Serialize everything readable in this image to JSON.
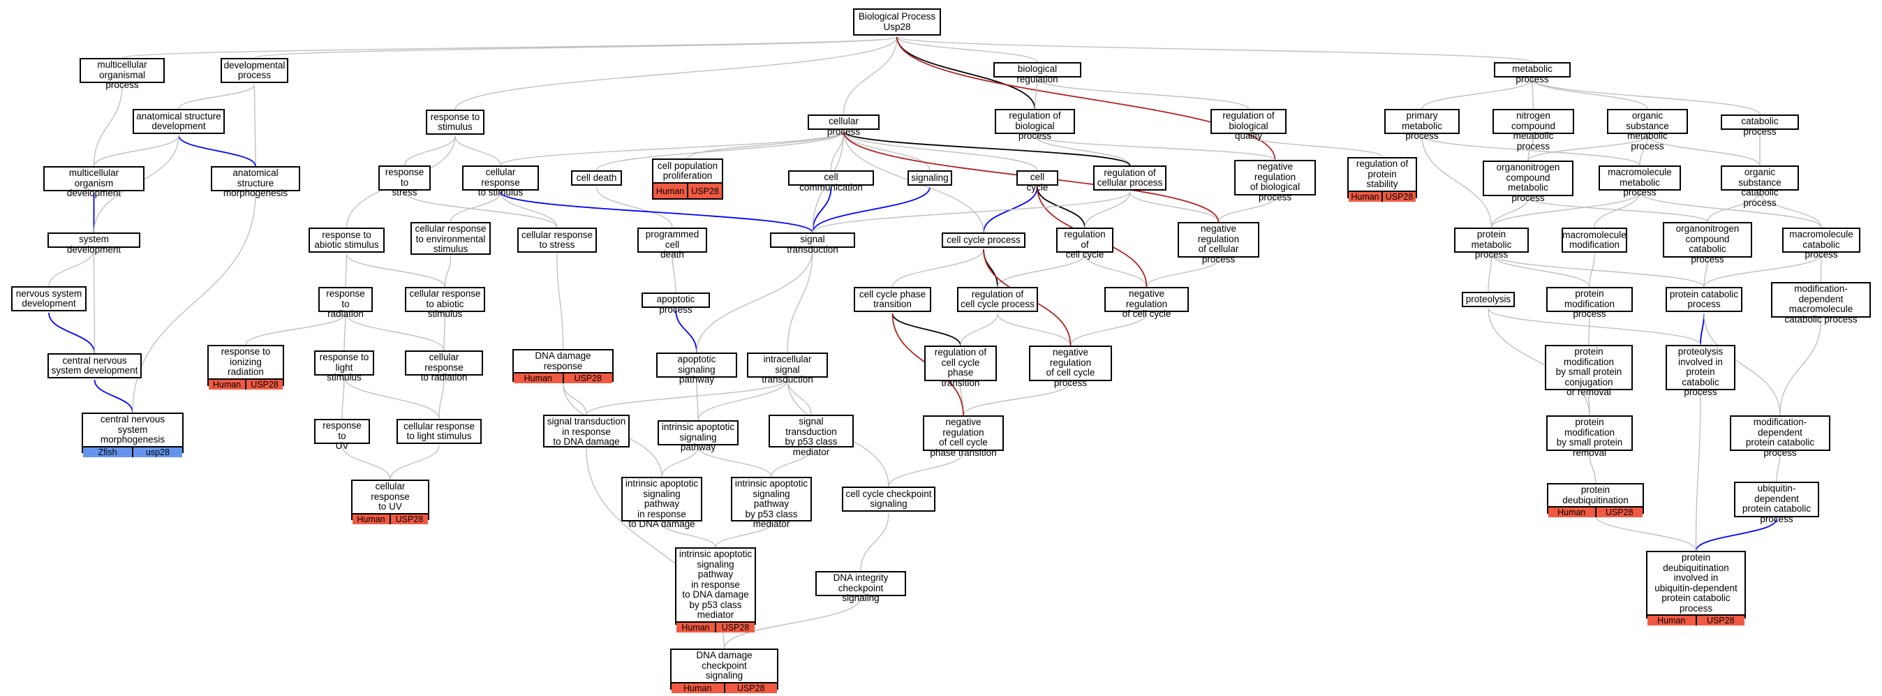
{
  "colors": {
    "gray": "#c0c0c0",
    "black": "#000000",
    "blue": "#0000ff",
    "red": "#b22222",
    "human": "#f15a42",
    "zfish": "#6495ed"
  },
  "nodes": {
    "root": {
      "label": "Biological Process\nUsp28"
    },
    "multi_org": {
      "label": "multicellular\norganismal process"
    },
    "dev_proc": {
      "label": "developmental\nprocess"
    },
    "anat_dev": {
      "label": "anatomical structure\ndevelopment"
    },
    "multi_dev": {
      "label": "multicellular\norganism development"
    },
    "anat_morph": {
      "label": "anatomical structure\nmorphogenesis"
    },
    "sys_dev": {
      "label": "system development"
    },
    "ns_dev": {
      "label": "nervous system\ndevelopment"
    },
    "cns_dev": {
      "label": "central nervous\nsystem development"
    },
    "cns_morph": {
      "label": "central nervous\nsystem morphogenesis",
      "tags": [
        "Zfish",
        "usp28"
      ]
    },
    "resp_stim": {
      "label": "response to\nstimulus"
    },
    "resp_stress": {
      "label": "response to\nstress"
    },
    "cell_resp_stim": {
      "label": "cellular response\nto stimulus"
    },
    "resp_abiotic": {
      "label": "response to\nabiotic stimulus"
    },
    "cell_resp_env": {
      "label": "cellular response\nto environmental\nstimulus"
    },
    "resp_rad": {
      "label": "response to\nradiation"
    },
    "cell_resp_abiotic": {
      "label": "cellular response\nto abiotic stimulus"
    },
    "resp_ion_rad": {
      "label": "response to\nionizing radiation",
      "tags": [
        "Human",
        "USP28"
      ]
    },
    "resp_light": {
      "label": "response to\nlight stimulus"
    },
    "cell_resp_rad": {
      "label": "cellular response\nto radiation"
    },
    "resp_uv": {
      "label": "response to\nUV"
    },
    "cell_resp_light": {
      "label": "cellular response\nto light stimulus"
    },
    "cell_resp_uv": {
      "label": "cellular response\nto UV",
      "tags": [
        "Human",
        "USP28"
      ]
    },
    "cell_resp_stress": {
      "label": "cellular response\nto stress"
    },
    "dna_dmg_resp": {
      "label": "DNA damage response",
      "tags": [
        "Human",
        "USP28"
      ]
    },
    "cellular_proc": {
      "label": "cellular process"
    },
    "cell_death": {
      "label": "cell death"
    },
    "cell_pop_prolif": {
      "label": "cell population\nproliferation",
      "tags": [
        "Human",
        "USP28"
      ]
    },
    "cell_comm": {
      "label": "cell communication"
    },
    "signaling": {
      "label": "signaling"
    },
    "prog_death": {
      "label": "programmed cell\ndeath"
    },
    "sig_trans": {
      "label": "signal transduction"
    },
    "apoptotic": {
      "label": "apoptotic process"
    },
    "apop_sig": {
      "label": "apoptotic signaling\npathway"
    },
    "intra_sig": {
      "label": "intracellular\nsignal transduction"
    },
    "sig_dna": {
      "label": "signal transduction\nin response\nto DNA damage"
    },
    "intr_apop": {
      "label": "intrinsic apoptotic\nsignaling pathway"
    },
    "sig_p53": {
      "label": "signal transduction\nby p53 class\nmediator"
    },
    "intr_apop_dna": {
      "label": "intrinsic apoptotic\nsignaling pathway\nin response\nto DNA damage"
    },
    "intr_apop_p53": {
      "label": "intrinsic apoptotic\nsignaling pathway\nby p53 class\nmediator"
    },
    "intr_apop_dna_p53": {
      "label": "intrinsic apoptotic\nsignaling pathway\nin response\nto DNA damage\nby p53 class\nmediator",
      "tags": [
        "Human",
        "USP28"
      ]
    },
    "cc_checkpoint": {
      "label": "cell cycle checkpoint\nsignaling"
    },
    "dna_integrity": {
      "label": "DNA integrity\ncheckpoint signaling"
    },
    "dna_dmg_checkpoint": {
      "label": "DNA damage checkpoint\nsignaling",
      "tags": [
        "Human",
        "USP28"
      ]
    },
    "bio_reg": {
      "label": "biological regulation"
    },
    "reg_bio_proc": {
      "label": "regulation of\nbiological process"
    },
    "reg_bio_quality": {
      "label": "regulation of\nbiological quality"
    },
    "cell_cycle": {
      "label": "cell cycle"
    },
    "reg_cell_proc": {
      "label": "regulation of\ncellular process"
    },
    "neg_reg_bio": {
      "label": "negative regulation\nof biological\nprocess"
    },
    "reg_prot_stab": {
      "label": "regulation of\nprotein stability",
      "tags": [
        "Human",
        "USP28"
      ]
    },
    "cc_process": {
      "label": "cell cycle process"
    },
    "reg_cc": {
      "label": "regulation of\ncell cycle"
    },
    "neg_reg_cell": {
      "label": "negative regulation\nof cellular\nprocess"
    },
    "cc_phase": {
      "label": "cell cycle phase\ntransition"
    },
    "reg_cc_proc": {
      "label": "regulation of\ncell cycle process"
    },
    "neg_reg_cc": {
      "label": "negative regulation\nof cell cycle"
    },
    "reg_cc_phase": {
      "label": "regulation of\ncell cycle phase\ntransition"
    },
    "neg_reg_cc_proc": {
      "label": "negative regulation\nof cell cycle\nprocess"
    },
    "neg_reg_cc_phase": {
      "label": "negative regulation\nof cell cycle\nphase transition"
    },
    "metabolic": {
      "label": "metabolic process"
    },
    "primary_met": {
      "label": "primary metabolic\nprocess"
    },
    "nitrogen_met": {
      "label": "nitrogen compound\nmetabolic process"
    },
    "org_sub_met": {
      "label": "organic substance\nmetabolic process"
    },
    "catabolic": {
      "label": "catabolic process"
    },
    "orgN_met": {
      "label": "organonitrogen\ncompound metabolic\nprocess"
    },
    "macro_met": {
      "label": "macromolecule\nmetabolic process"
    },
    "org_sub_cat": {
      "label": "organic substance\ncatabolic process"
    },
    "prot_met": {
      "label": "protein metabolic\nprocess"
    },
    "macro_mod": {
      "label": "macromolecule\nmodification"
    },
    "orgN_cat": {
      "label": "organonitrogen\ncompound catabolic\nprocess"
    },
    "macro_cat": {
      "label": "macromolecule\ncatabolic process"
    },
    "proteolysis": {
      "label": "proteolysis"
    },
    "prot_mod": {
      "label": "protein modification\nprocess"
    },
    "prot_cat": {
      "label": "protein catabolic\nprocess"
    },
    "mod_dep_macro": {
      "label": "modification-dependent\nmacromolecule\ncatabolic process"
    },
    "prot_mod_small": {
      "label": "protein modification\nby small protein\nconjugation\nor removal"
    },
    "proteolysis_cat": {
      "label": "proteolysis\ninvolved in\nprotein catabolic\nprocess"
    },
    "prot_mod_removal": {
      "label": "protein modification\nby small protein\nremoval"
    },
    "mod_dep_prot": {
      "label": "modification-dependent\nprotein catabolic\nprocess"
    },
    "prot_deubiq": {
      "label": "protein deubiquitination",
      "tags": [
        "Human",
        "USP28"
      ]
    },
    "ubiq_dep": {
      "label": "ubiquitin-dependent\nprotein catabolic\nprocess"
    },
    "prot_deubiq_ubiq": {
      "label": "protein deubiquitination\ninvolved in\nubiquitin-dependent\nprotein catabolic\nprocess",
      "tags": [
        "Human",
        "USP28"
      ]
    }
  },
  "edges": [
    [
      "multi_org",
      "root",
      "gray"
    ],
    [
      "dev_proc",
      "root",
      "gray"
    ],
    [
      "resp_stim",
      "root",
      "gray"
    ],
    [
      "cellular_proc",
      "root",
      "gray"
    ],
    [
      "bio_reg",
      "root",
      "gray"
    ],
    [
      "metabolic",
      "root",
      "gray"
    ],
    [
      "reg_bio_proc",
      "root",
      "black"
    ],
    [
      "neg_reg_bio",
      "root",
      "red"
    ],
    [
      "anat_dev",
      "dev_proc",
      "gray"
    ],
    [
      "anat_morph",
      "dev_proc",
      "gray"
    ],
    [
      "multi_dev",
      "anat_dev",
      "gray"
    ],
    [
      "multi_dev",
      "multi_org",
      "gray"
    ],
    [
      "anat_morph",
      "anat_dev",
      "blue"
    ],
    [
      "sys_dev",
      "multi_dev",
      "blue"
    ],
    [
      "sys_dev",
      "anat_dev",
      "gray"
    ],
    [
      "ns_dev",
      "sys_dev",
      "gray"
    ],
    [
      "cns_dev",
      "ns_dev",
      "blue"
    ],
    [
      "cns_dev",
      "sys_dev",
      "gray"
    ],
    [
      "cns_morph",
      "cns_dev",
      "blue"
    ],
    [
      "cns_morph",
      "anat_morph",
      "gray"
    ],
    [
      "resp_stress",
      "resp_stim",
      "gray"
    ],
    [
      "cell_resp_stim",
      "resp_stim",
      "gray"
    ],
    [
      "cell_resp_stim",
      "cellular_proc",
      "gray"
    ],
    [
      "resp_abiotic",
      "resp_stim",
      "gray"
    ],
    [
      "cell_resp_env",
      "cell_resp_stim",
      "gray"
    ],
    [
      "resp_rad",
      "resp_abiotic",
      "gray"
    ],
    [
      "cell_resp_abiotic",
      "resp_abiotic",
      "gray"
    ],
    [
      "cell_resp_abiotic",
      "cell_resp_env",
      "gray"
    ],
    [
      "resp_ion_rad",
      "resp_rad",
      "gray"
    ],
    [
      "resp_light",
      "resp_rad",
      "gray"
    ],
    [
      "cell_resp_rad",
      "resp_rad",
      "gray"
    ],
    [
      "cell_resp_rad",
      "cell_resp_abiotic",
      "gray"
    ],
    [
      "resp_uv",
      "resp_light",
      "gray"
    ],
    [
      "cell_resp_light",
      "resp_light",
      "gray"
    ],
    [
      "cell_resp_light",
      "cell_resp_rad",
      "gray"
    ],
    [
      "cell_resp_uv",
      "resp_uv",
      "gray"
    ],
    [
      "cell_resp_uv",
      "cell_resp_light",
      "gray"
    ],
    [
      "cell_resp_stress",
      "resp_stress",
      "gray"
    ],
    [
      "cell_resp_stress",
      "cell_resp_stim",
      "gray"
    ],
    [
      "dna_dmg_resp",
      "cell_resp_stress",
      "gray"
    ],
    [
      "cell_death",
      "cellular_proc",
      "gray"
    ],
    [
      "cell_pop_prolif",
      "cellular_proc",
      "gray"
    ],
    [
      "cell_comm",
      "cellular_proc",
      "gray"
    ],
    [
      "signaling",
      "cellular_proc",
      "gray"
    ],
    [
      "prog_death",
      "cell_death",
      "gray"
    ],
    [
      "sig_trans",
      "cell_comm",
      "blue"
    ],
    [
      "sig_trans",
      "signaling",
      "blue"
    ],
    [
      "sig_trans",
      "cell_resp_stim",
      "blue"
    ],
    [
      "sig_trans",
      "cellular_proc",
      "gray"
    ],
    [
      "apoptotic",
      "prog_death",
      "gray"
    ],
    [
      "apop_sig",
      "apoptotic",
      "blue"
    ],
    [
      "apop_sig",
      "sig_trans",
      "gray"
    ],
    [
      "intra_sig",
      "sig_trans",
      "gray"
    ],
    [
      "sig_dna",
      "intra_sig",
      "gray"
    ],
    [
      "sig_dna",
      "dna_dmg_resp",
      "gray"
    ],
    [
      "intr_apop",
      "apop_sig",
      "gray"
    ],
    [
      "intr_apop",
      "intra_sig",
      "gray"
    ],
    [
      "sig_p53",
      "intra_sig",
      "gray"
    ],
    [
      "intr_apop_dna",
      "intr_apop",
      "gray"
    ],
    [
      "intr_apop_dna",
      "dna_dmg_resp",
      "gray"
    ],
    [
      "intr_apop_p53",
      "intr_apop",
      "gray"
    ],
    [
      "intr_apop_p53",
      "sig_p53",
      "gray"
    ],
    [
      "intr_apop_dna_p53",
      "intr_apop_dna",
      "gray"
    ],
    [
      "intr_apop_dna_p53",
      "intr_apop_p53",
      "gray"
    ],
    [
      "cc_checkpoint",
      "intra_sig",
      "gray"
    ],
    [
      "cc_checkpoint",
      "neg_reg_cc_phase",
      "gray"
    ],
    [
      "dna_integrity",
      "cc_checkpoint",
      "gray"
    ],
    [
      "dna_dmg_checkpoint",
      "dna_integrity",
      "gray"
    ],
    [
      "dna_dmg_checkpoint",
      "sig_dna",
      "gray"
    ],
    [
      "reg_bio_proc",
      "bio_reg",
      "gray"
    ],
    [
      "reg_bio_quality",
      "bio_reg",
      "gray"
    ],
    [
      "reg_prot_stab",
      "reg_bio_quality",
      "gray"
    ],
    [
      "reg_cell_proc",
      "reg_bio_proc",
      "gray"
    ],
    [
      "reg_cell_proc",
      "cellular_proc",
      "black"
    ],
    [
      "neg_reg_bio",
      "reg_bio_proc",
      "gray"
    ],
    [
      "cell_cycle",
      "cellular_proc",
      "gray"
    ],
    [
      "cc_process",
      "cell_cycle",
      "blue"
    ],
    [
      "cc_process",
      "cellular_proc",
      "gray"
    ],
    [
      "reg_cc",
      "cell_cycle",
      "black"
    ],
    [
      "reg_cc",
      "reg_cell_proc",
      "gray"
    ],
    [
      "neg_reg_cell",
      "reg_cell_proc",
      "gray"
    ],
    [
      "neg_reg_cell",
      "neg_reg_bio",
      "gray"
    ],
    [
      "neg_reg_cell",
      "cellular_proc",
      "red"
    ],
    [
      "cc_phase",
      "cc_process",
      "gray"
    ],
    [
      "reg_cc_proc",
      "cc_process",
      "black"
    ],
    [
      "reg_cc_proc",
      "reg_cc",
      "gray"
    ],
    [
      "neg_reg_cc",
      "reg_cc",
      "gray"
    ],
    [
      "neg_reg_cc",
      "neg_reg_cell",
      "gray"
    ],
    [
      "neg_reg_cc",
      "cell_cycle",
      "red"
    ],
    [
      "reg_cc_phase",
      "cc_phase",
      "black"
    ],
    [
      "reg_cc_phase",
      "reg_cc_proc",
      "gray"
    ],
    [
      "neg_reg_cc_proc",
      "reg_cc_proc",
      "gray"
    ],
    [
      "neg_reg_cc_proc",
      "neg_reg_cc",
      "gray"
    ],
    [
      "neg_reg_cc_proc",
      "cc_process",
      "red"
    ],
    [
      "neg_reg_cc_phase",
      "reg_cc_phase",
      "gray"
    ],
    [
      "neg_reg_cc_phase",
      "neg_reg_cc_proc",
      "gray"
    ],
    [
      "neg_reg_cc_phase",
      "cc_phase",
      "red"
    ],
    [
      "sig_trans",
      "reg_cell_proc",
      "gray"
    ],
    [
      "primary_met",
      "metabolic",
      "gray"
    ],
    [
      "nitrogen_met",
      "metabolic",
      "gray"
    ],
    [
      "org_sub_met",
      "metabolic",
      "gray"
    ],
    [
      "catabolic",
      "metabolic",
      "gray"
    ],
    [
      "orgN_met",
      "nitrogen_met",
      "gray"
    ],
    [
      "orgN_met",
      "org_sub_met",
      "gray"
    ],
    [
      "macro_met",
      "primary_met",
      "gray"
    ],
    [
      "macro_met",
      "org_sub_met",
      "gray"
    ],
    [
      "org_sub_cat",
      "org_sub_met",
      "gray"
    ],
    [
      "org_sub_cat",
      "catabolic",
      "gray"
    ],
    [
      "prot_met",
      "primary_met",
      "gray"
    ],
    [
      "prot_met",
      "orgN_met",
      "gray"
    ],
    [
      "prot_met",
      "macro_met",
      "gray"
    ],
    [
      "macro_mod",
      "macro_met",
      "gray"
    ],
    [
      "orgN_cat",
      "orgN_met",
      "gray"
    ],
    [
      "orgN_cat",
      "org_sub_cat",
      "gray"
    ],
    [
      "macro_cat",
      "macro_met",
      "gray"
    ],
    [
      "macro_cat",
      "org_sub_cat",
      "gray"
    ],
    [
      "proteolysis",
      "prot_met",
      "gray"
    ],
    [
      "prot_mod",
      "prot_met",
      "gray"
    ],
    [
      "prot_mod",
      "macro_mod",
      "gray"
    ],
    [
      "prot_cat",
      "prot_met",
      "gray"
    ],
    [
      "prot_cat",
      "orgN_cat",
      "gray"
    ],
    [
      "prot_cat",
      "macro_cat",
      "gray"
    ],
    [
      "mod_dep_macro",
      "macro_cat",
      "gray"
    ],
    [
      "prot_mod_small",
      "prot_mod",
      "gray"
    ],
    [
      "proteolysis_cat",
      "prot_cat",
      "blue"
    ],
    [
      "proteolysis_cat",
      "proteolysis",
      "gray"
    ],
    [
      "prot_mod_removal",
      "prot_mod_small",
      "gray"
    ],
    [
      "prot_mod_removal",
      "proteolysis",
      "gray"
    ],
    [
      "mod_dep_prot",
      "prot_cat",
      "gray"
    ],
    [
      "mod_dep_prot",
      "mod_dep_macro",
      "gray"
    ],
    [
      "prot_deubiq",
      "prot_mod_removal",
      "gray"
    ],
    [
      "ubiq_dep",
      "mod_dep_prot",
      "gray"
    ],
    [
      "prot_deubiq_ubiq",
      "prot_deubiq",
      "gray"
    ],
    [
      "prot_deubiq_ubiq",
      "ubiq_dep",
      "blue"
    ],
    [
      "prot_deubiq_ubiq",
      "proteolysis_cat",
      "gray"
    ]
  ]
}
